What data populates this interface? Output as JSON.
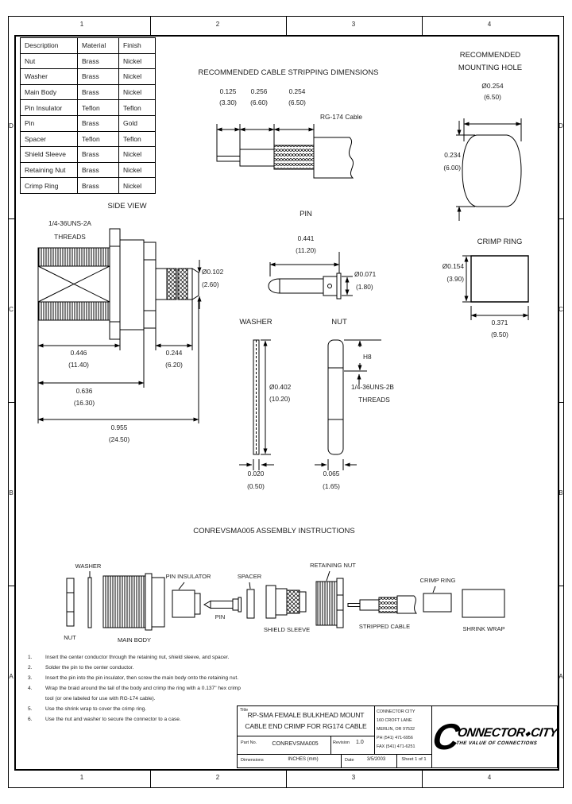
{
  "frame": {
    "zones_h": [
      "1",
      "2",
      "3",
      "4"
    ],
    "zones_v": [
      "D",
      "C",
      "B",
      "A"
    ]
  },
  "materials_table": {
    "headers": [
      "Description",
      "Material",
      "Finish"
    ],
    "rows": [
      [
        "Nut",
        "Brass",
        "Nickel"
      ],
      [
        "Washer",
        "Brass",
        "Nickel"
      ],
      [
        "Main Body",
        "Brass",
        "Nickel"
      ],
      [
        "Pin Insulator",
        "Teflon",
        "Teflon"
      ],
      [
        "Pin",
        "Brass",
        "Gold"
      ],
      [
        "Spacer",
        "Teflon",
        "Teflon"
      ],
      [
        "Shield Sleeve",
        "Brass",
        "Nickel"
      ],
      [
        "Retaining Nut",
        "Brass",
        "Nickel"
      ],
      [
        "Crimp Ring",
        "Brass",
        "Nickel"
      ]
    ]
  },
  "stripping": {
    "title": "RECOMMENDED CABLE STRIPPING DIMENSIONS",
    "dim1_in": "0.125",
    "dim1_mm": "(3.30)",
    "dim2_in": "0.256",
    "dim2_mm": "(6.60)",
    "dim3_in": "0.254",
    "dim3_mm": "(6.50)",
    "cable_label": "RG-174 Cable"
  },
  "mounting_hole": {
    "title_line1": "RECOMMENDED",
    "title_line2": "MOUNTING HOLE",
    "dia_in": "Ø0.254",
    "dia_mm": "(6.50)",
    "height_in": "0.234",
    "height_mm": "(6.00)"
  },
  "side_view": {
    "title": "SIDE VIEW",
    "threads_line1": "1/4-36UNS-2A",
    "threads_line2": "THREADS",
    "tip_dia_in": "Ø0.102",
    "tip_dia_mm": "(2.60)",
    "dim_thread_in": "0.446",
    "dim_thread_mm": "(11.40)",
    "dim_tail_in": "0.244",
    "dim_tail_mm": "(6.20)",
    "dim_body_in": "0.636",
    "dim_body_mm": "(16.30)",
    "dim_overall_in": "0.955",
    "dim_overall_mm": "(24.50)"
  },
  "pin_view": {
    "title": "PIN",
    "len_in": "0.441",
    "len_mm": "(11.20)",
    "dia_in": "Ø0.071",
    "dia_mm": "(1.80)"
  },
  "crimp_ring_view": {
    "title": "CRIMP RING",
    "dia_in": "Ø0.154",
    "dia_mm": "(3.90)",
    "len_in": "0.371",
    "len_mm": "(9.50)"
  },
  "washer_view": {
    "title": "WASHER",
    "dia_in": "Ø0.402",
    "dia_mm": "(10.20)",
    "thickness_in": "0.020",
    "thickness_mm": "(0.50)"
  },
  "nut_view": {
    "title": "NUT",
    "h8": "H8",
    "threads_line1": "1/4-36UNS-2B",
    "threads_line2": "THREADS",
    "thickness_in": "0.065",
    "thickness_mm": "(1.65)"
  },
  "assembly": {
    "title": "CONREVSMA005 ASSEMBLY INSTRUCTIONS",
    "labels": {
      "washer": "WASHER",
      "nut": "NUT",
      "main_body": "MAIN BODY",
      "pin_insulator": "PIN INSULATOR",
      "pin": "PIN",
      "spacer": "SPACER",
      "shield_sleeve": "SHIELD SLEEVE",
      "retaining_nut": "RETAINING NUT",
      "stripped_cable": "STRIPPED CABLE",
      "crimp_ring": "CRIMP RING",
      "shrink_wrap": "SHRINK WRAP"
    }
  },
  "instructions": {
    "steps": [
      {
        "num": "1.",
        "text": "Insert the center conductor through the retaining nut, shield sleeve, and spacer."
      },
      {
        "num": "2.",
        "text": "Solder the pin to the center conductor."
      },
      {
        "num": "3.",
        "text": "Insert the pin into the pin insulator, then screw the main body onto the retaining nut."
      },
      {
        "num": "4.",
        "text": "Wrap the braid around the tail of the body and crimp the ring with a 0.137\" hex crimp tool (or one labeled for use with RG-174 cable)."
      },
      {
        "num": "5.",
        "text": "Use the shrink wrap to cover the crimp ring."
      },
      {
        "num": "6.",
        "text": "Use the nut and washer to secure the connector to a case."
      }
    ]
  },
  "title_block": {
    "title_label": "Title",
    "title_line1": "RP-SMA FEMALE BULKHEAD MOUNT",
    "title_line2": "CABLE END CRIMP FOR RG174 CABLE",
    "part_label": "Part No.",
    "part_number": "CONREVSMA005",
    "revision_label": "Revision",
    "revision": "1.0",
    "company_lines": [
      "CONNECTOR CITY",
      "160 CROFT LANE",
      "MERLIN, OR 97532",
      "PH (541) 471-6956",
      "FAX (541) 471-6251"
    ],
    "dimensions_label": "Dimensions",
    "dimensions_value": "INCHES (mm)",
    "date_label": "Date",
    "date_value": "3/5/2003",
    "sheet": "Sheet 1 of 1"
  },
  "logo": {
    "initial": "C",
    "name_rest": "ONNECTOR",
    "diamond": "◆",
    "city": "CITY",
    "tagline": "THE VALUE OF CONNECTIONS"
  },
  "colors": {
    "ink": "#000000",
    "paper": "#ffffff"
  }
}
